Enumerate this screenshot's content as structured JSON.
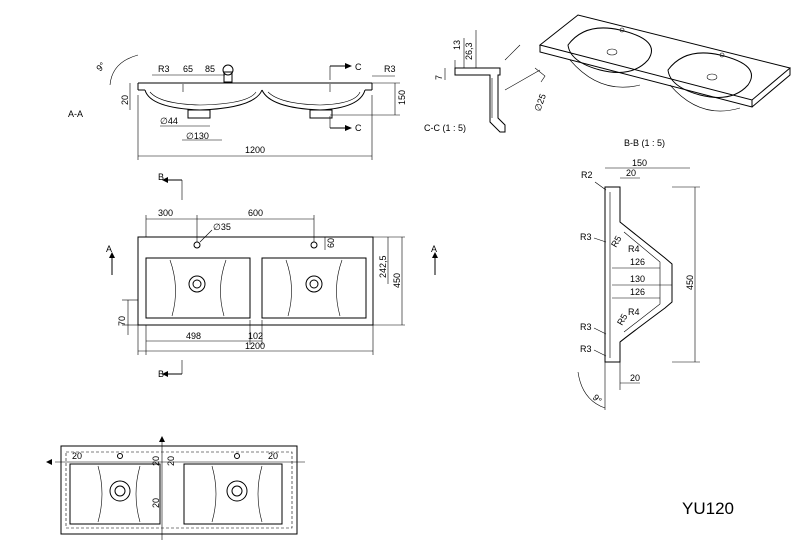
{
  "model": "YU120",
  "section_aa": {
    "label": "A-A",
    "dims": {
      "r_left": "R3",
      "w65": "65",
      "w85": "85",
      "r_right": "R3",
      "h20": "20",
      "h150": "150",
      "d44": "∅44",
      "d130": "∅130",
      "total": "1200",
      "angle": "9°"
    },
    "cut_c_top": "C",
    "cut_c_bottom": "C"
  },
  "section_cc": {
    "label": "C-C  (1 : 5)",
    "dims": {
      "d13": "13",
      "d26": "26,3",
      "d7": "7",
      "d25": "∅25"
    }
  },
  "section_bb": {
    "label": "B-B  (1 : 5)",
    "dims": {
      "w150": "150",
      "w20_top": "20",
      "r2": "R2",
      "r3_a": "R3",
      "r4_a": "R4",
      "d126_a": "126",
      "d130": "130",
      "d126_b": "126",
      "r4_b": "R4",
      "r3_b": "R3",
      "r3_c": "R3",
      "w20_bottom": "20",
      "h450": "450",
      "angle": "9°",
      "r5_a": "R5",
      "r5_b": "R5"
    }
  },
  "plan": {
    "dims": {
      "d300": "300",
      "d600": "600",
      "d35": "∅35",
      "d60": "60",
      "d2425": "242,5",
      "d450": "450",
      "d70": "70",
      "d498": "498",
      "d102": "102",
      "d1200": "1200"
    },
    "cut_b_top": "B",
    "cut_b_bottom": "B",
    "cut_a_left": "A",
    "cut_a_right": "A"
  },
  "detail": {
    "dims": {
      "l20_a": "20",
      "l20_b": "20",
      "l20_c": "20",
      "l20_d": "20",
      "l20_e": "20"
    }
  }
}
